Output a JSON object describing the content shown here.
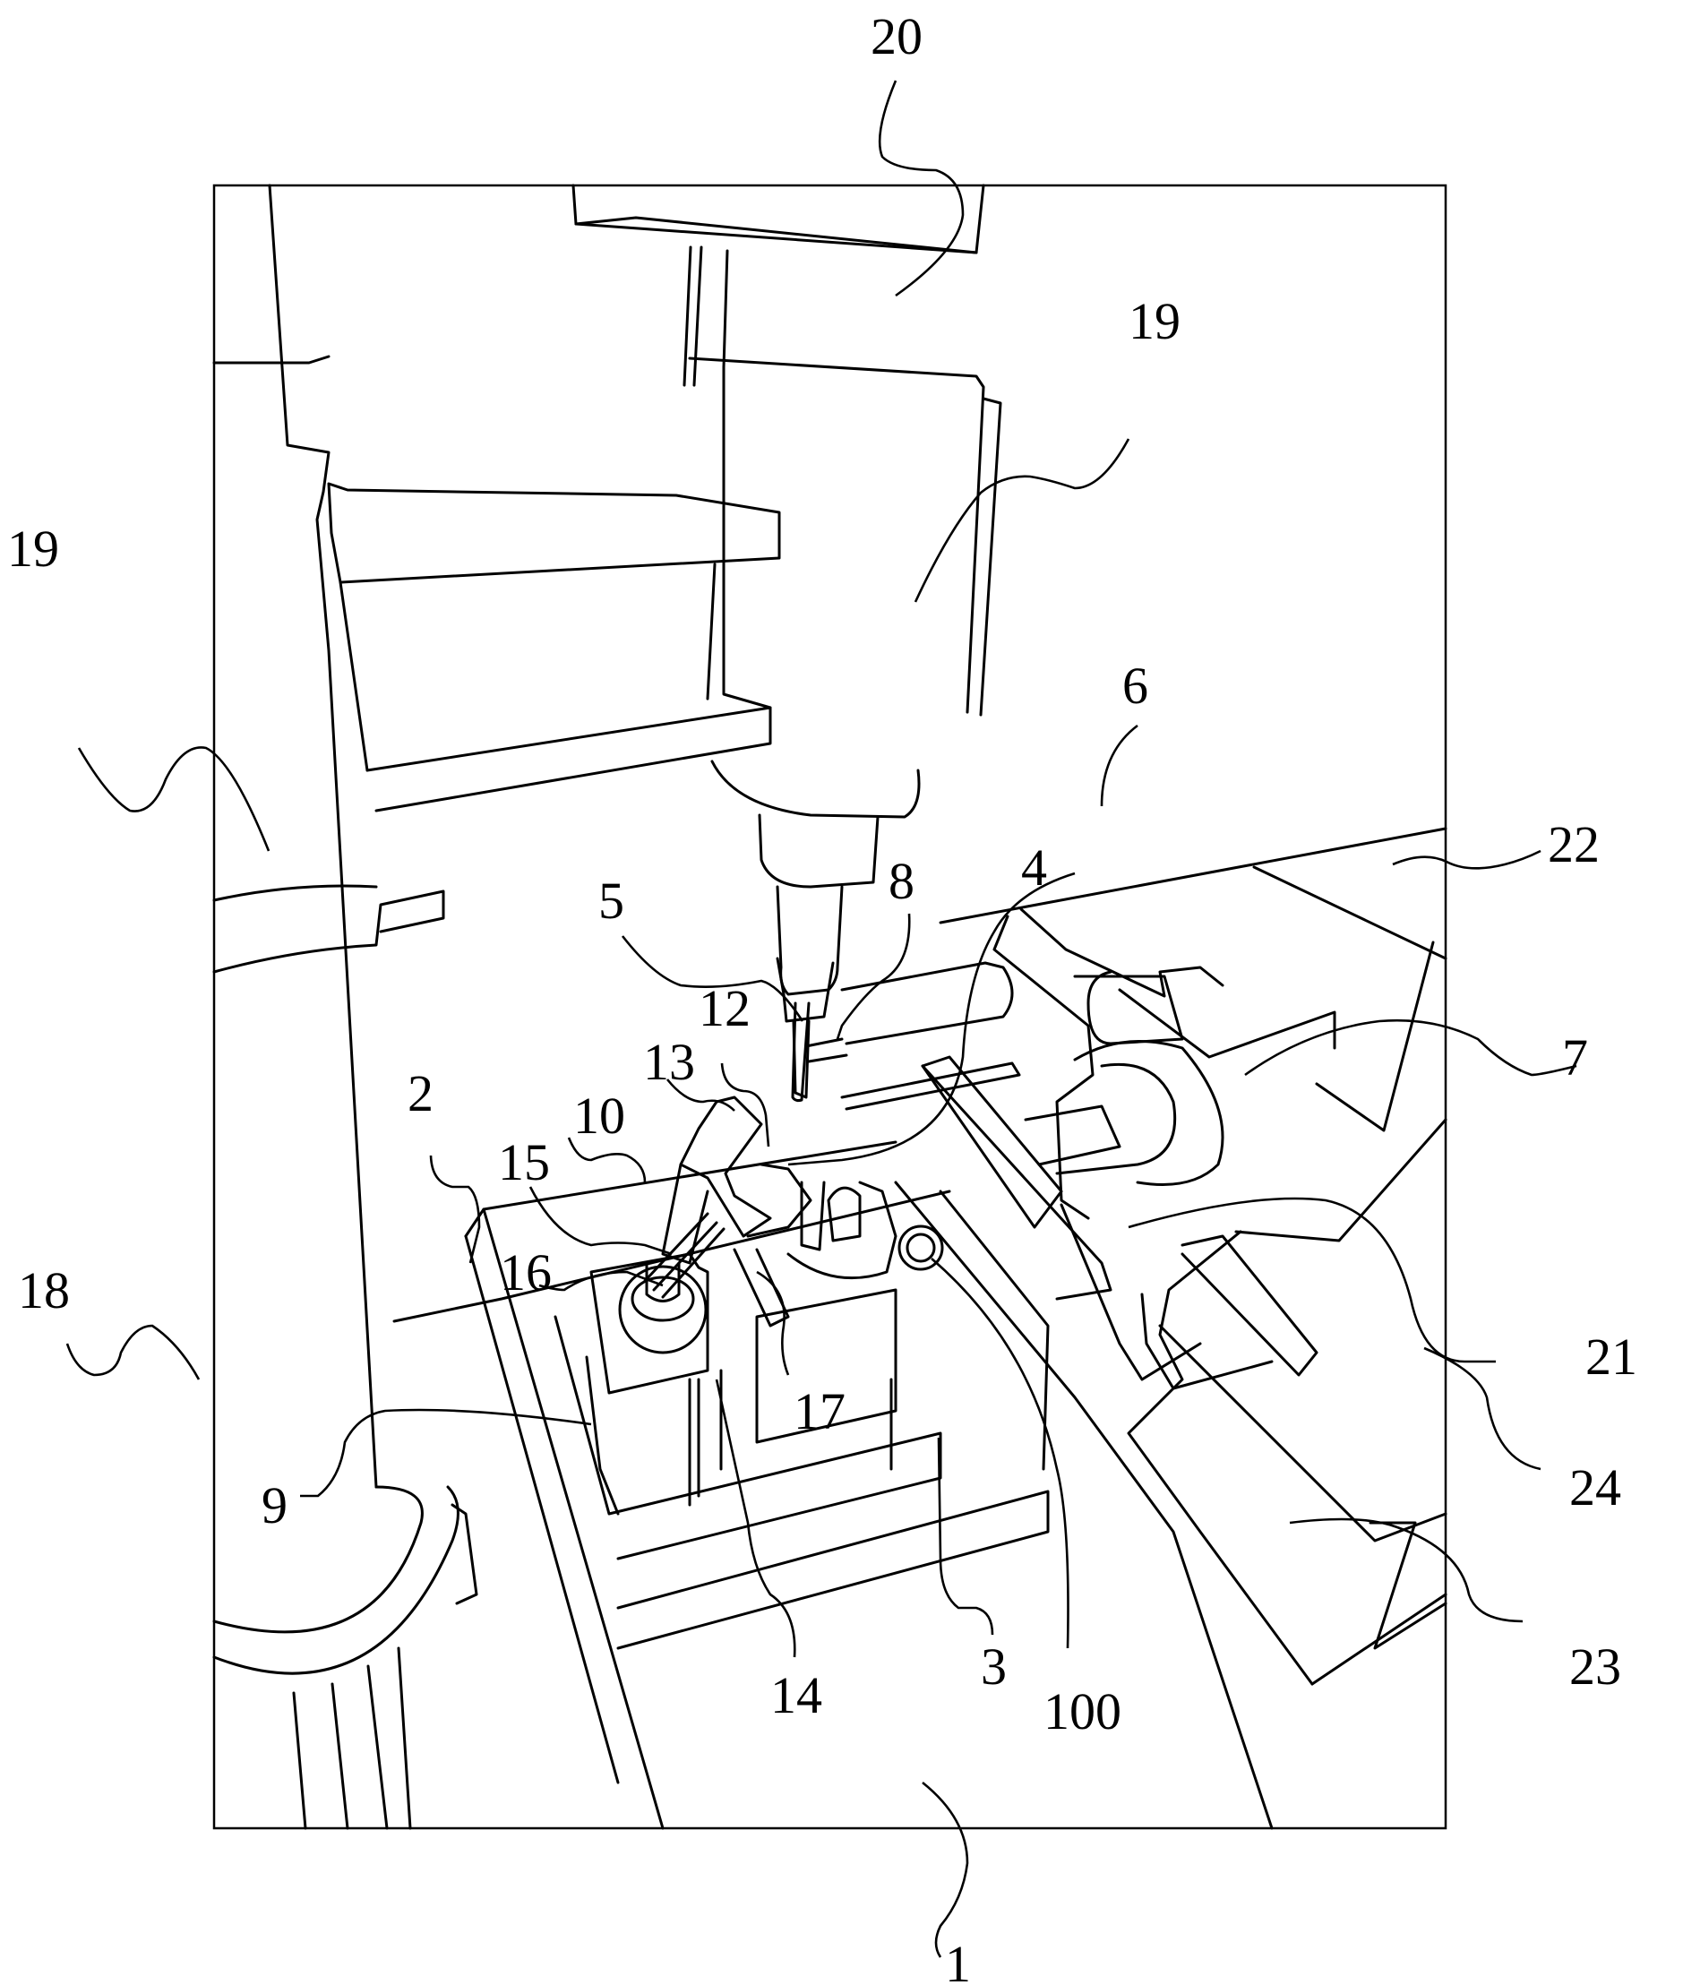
{
  "figure": {
    "type": "patent line drawing",
    "description": "Perspective view of machining apparatus with spindle, workpiece fixture, clamp arms and tailstock",
    "labels": [
      {
        "id": "l20",
        "text": "20"
      },
      {
        "id": "l19a",
        "text": "19"
      },
      {
        "id": "l19b",
        "text": "19"
      },
      {
        "id": "l6",
        "text": "6"
      },
      {
        "id": "l22",
        "text": "22"
      },
      {
        "id": "l5",
        "text": "5"
      },
      {
        "id": "l8",
        "text": "8"
      },
      {
        "id": "l4",
        "text": "4"
      },
      {
        "id": "l7",
        "text": "7"
      },
      {
        "id": "l12",
        "text": "12"
      },
      {
        "id": "l13",
        "text": "13"
      },
      {
        "id": "l2",
        "text": "2"
      },
      {
        "id": "l10",
        "text": "10"
      },
      {
        "id": "l15",
        "text": "15"
      },
      {
        "id": "l16",
        "text": "16"
      },
      {
        "id": "l18",
        "text": "18"
      },
      {
        "id": "l17",
        "text": "17"
      },
      {
        "id": "l21",
        "text": "21"
      },
      {
        "id": "l24",
        "text": "24"
      },
      {
        "id": "l9",
        "text": "9"
      },
      {
        "id": "l14",
        "text": "14"
      },
      {
        "id": "l3",
        "text": "3"
      },
      {
        "id": "l100",
        "text": "100"
      },
      {
        "id": "l23",
        "text": "23"
      },
      {
        "id": "l1",
        "text": "1"
      }
    ]
  }
}
